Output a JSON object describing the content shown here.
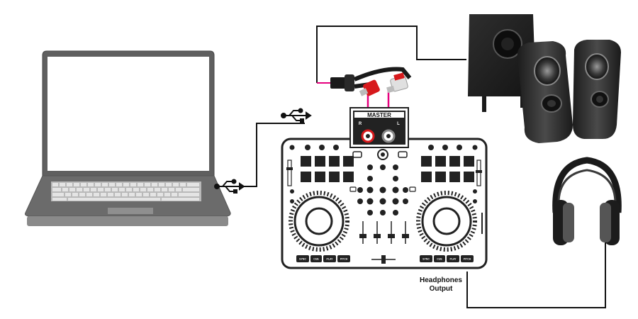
{
  "labels": {
    "master": "MASTER",
    "master_r": "R",
    "master_l": "L",
    "headphones_line1": "Headphones",
    "headphones_line2": "Output"
  },
  "colors": {
    "cable": "#111111",
    "cable_accent": "#e6007e",
    "rca_red": "#d7191c",
    "rca_white": "#d9d9d9",
    "device_outline": "#222222",
    "speaker_body": "#2b2b2b"
  },
  "icons": [
    "laptop-icon",
    "usb-icon",
    "dj-controller-icon",
    "speakers-icon",
    "headphones-icon",
    "rca-to-jack-cable-icon"
  ],
  "controller": {
    "bottom_buttons_left": [
      "SYNC",
      "CUE",
      "PLAY",
      "PITCH"
    ],
    "bottom_buttons_right": [
      "SYNC",
      "CUE",
      "PLAY",
      "PITCH"
    ]
  }
}
